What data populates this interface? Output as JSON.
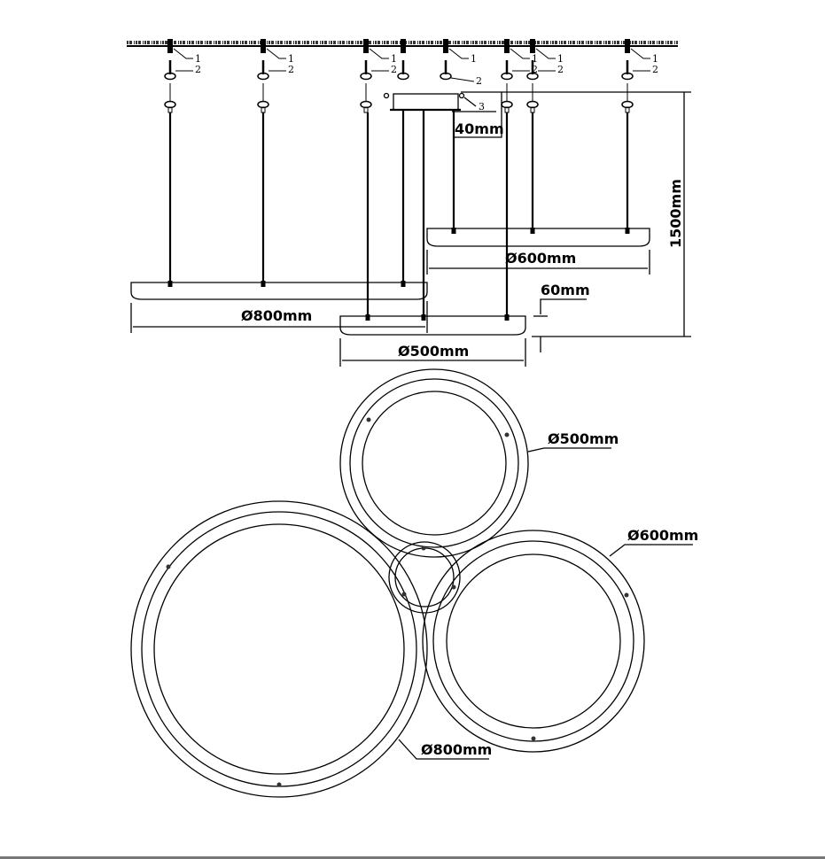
{
  "side_view": {
    "part_labels": {
      "mount": "1",
      "hook": "2",
      "canopy": "3"
    },
    "canopy_offset": "40mm",
    "total_height": "1500mm",
    "ring_height": "60mm",
    "ring_600": "Ø600mm",
    "ring_800": "Ø800mm",
    "ring_500": "Ø500mm"
  },
  "plan_view": {
    "ring_500": "Ø500mm",
    "ring_600": "Ø600mm",
    "ring_800": "Ø800mm"
  }
}
